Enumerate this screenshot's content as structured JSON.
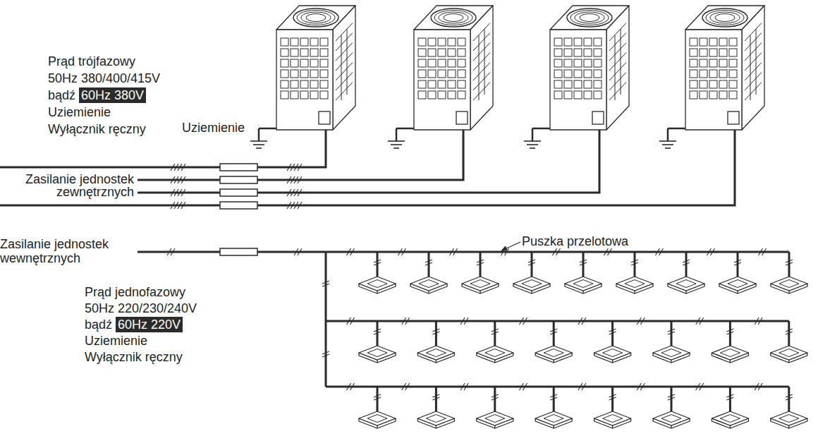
{
  "diagram": {
    "labels": [
      "Prąd trójfazowy",
      "50Hz 380/400/415V",
      "bądź",
      "60Hz 380V",
      "Uziemienie",
      "Wyłącznik ręczny",
      "Uziemienie",
      "Zasilanie jednostek zewnętrznych",
      "Zasilanie jednostek wewnętrznych",
      "Puszka przelotowa",
      "Prąd jednofazowy",
      "50Hz 220/230/240V",
      "bądź",
      "60Hz 220V",
      "Uziemienie",
      "Wyłącznik ręczny"
    ]
  }
}
